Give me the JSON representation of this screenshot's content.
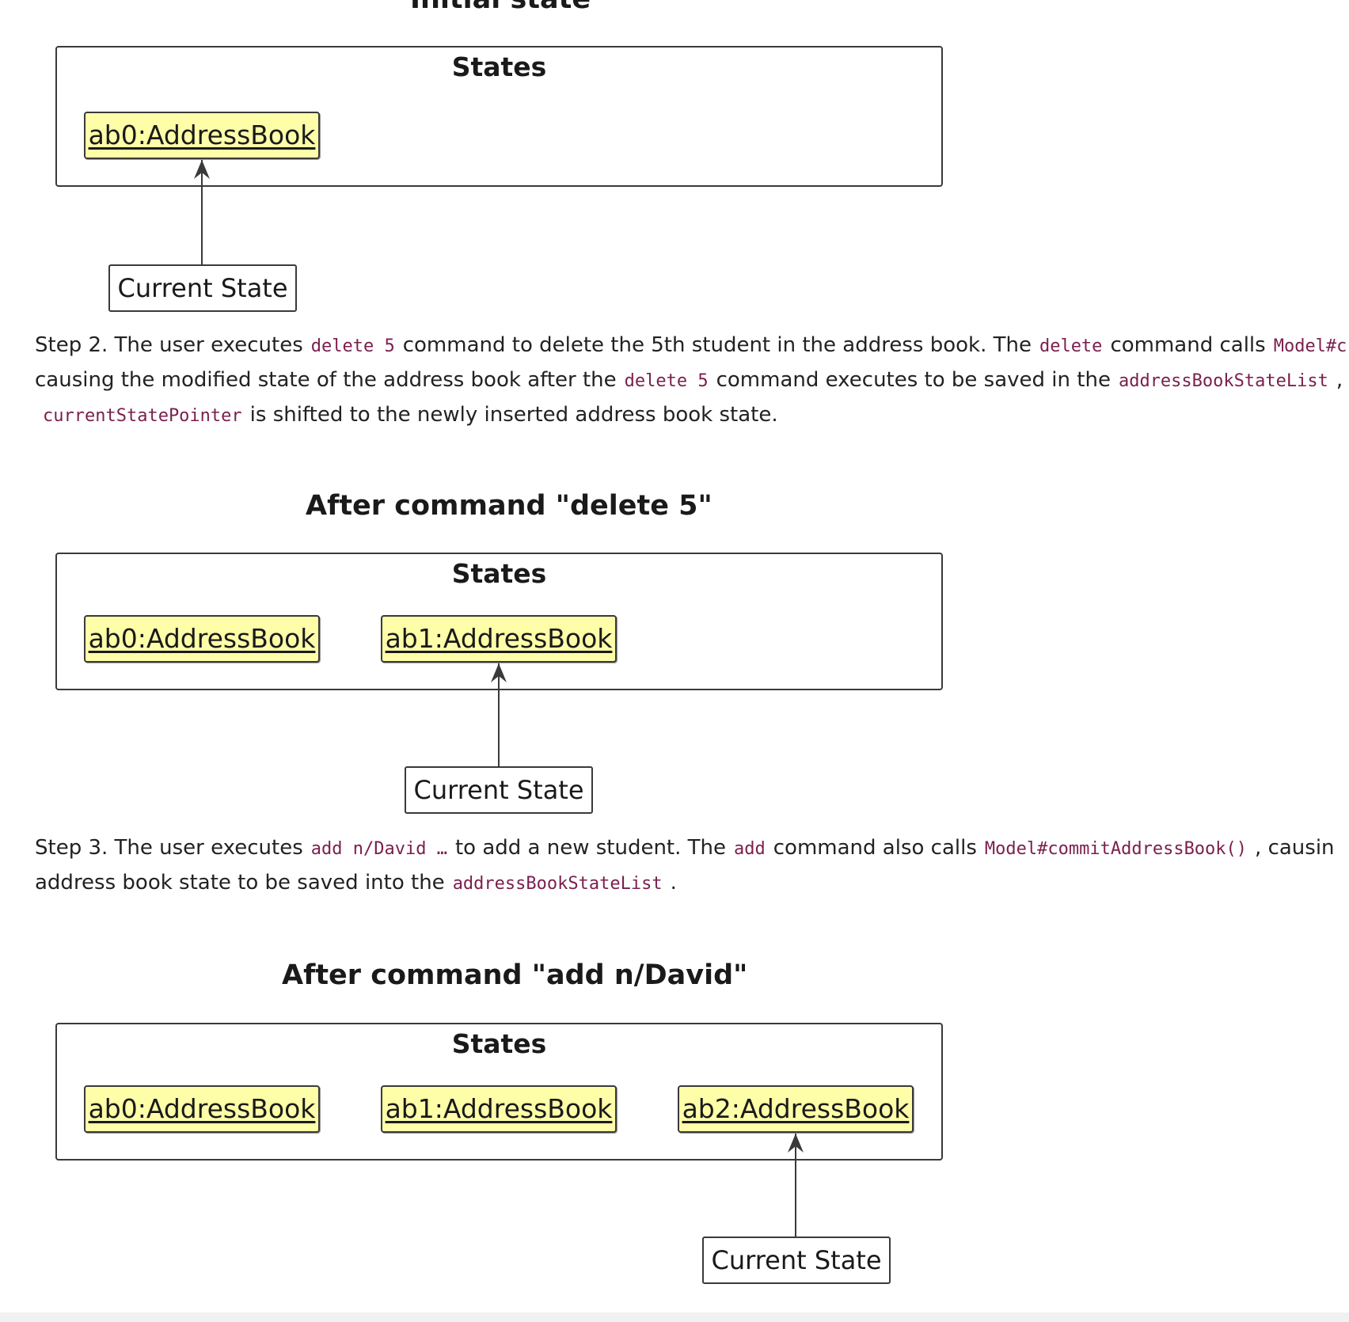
{
  "diagrams": [
    {
      "title": "Initial state",
      "frame_label": "States",
      "objects": [
        "ab0:AddressBook"
      ],
      "current_label": "Current State"
    },
    {
      "title": "After command \"delete 5\"",
      "frame_label": "States",
      "objects": [
        "ab0:AddressBook",
        "ab1:AddressBook"
      ],
      "current_label": "Current State"
    },
    {
      "title": "After command \"add n/David\"",
      "frame_label": "States",
      "objects": [
        "ab0:AddressBook",
        "ab1:AddressBook",
        "ab2:AddressBook"
      ],
      "current_label": "Current State"
    }
  ],
  "step2": {
    "t1": "Step 2. The user executes",
    "c1": "delete 5",
    "t2": "command to delete the 5th student in the address book. The",
    "c2": "delete",
    "t3": "command calls",
    "c3": "Model#c",
    "t4": "causing the modified state of the address book after the",
    "c4": "delete 5",
    "t5": "command executes to be saved in the",
    "c5": "addressBookStateList",
    "t6": ",",
    "c6": "currentStatePointer",
    "t7": "is shifted to the newly inserted address book state."
  },
  "step3": {
    "t1": "Step 3. The user executes",
    "c1": "add n/David …",
    "t2": "to add a new student. The",
    "c2": "add",
    "t3": "command also calls",
    "c3": "Model#commitAddressBook()",
    "t4": ", causin",
    "t5": "address book state to be saved into the",
    "c5": "addressBookStateList",
    "t6": "."
  }
}
